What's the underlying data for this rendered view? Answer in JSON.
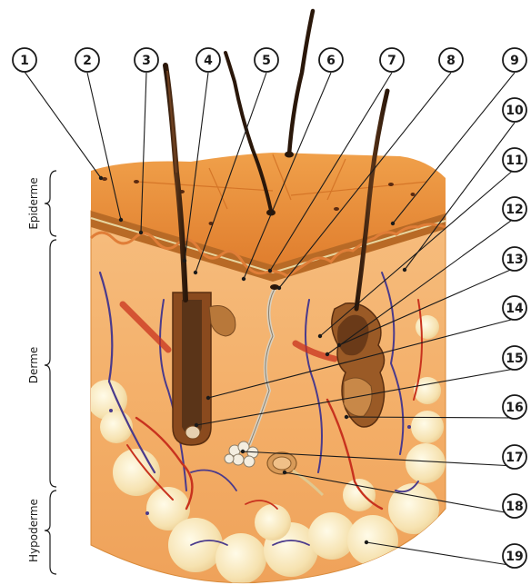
{
  "layers": {
    "epidermis": "Epiderme",
    "dermis": "Derme",
    "hypodermis": "Hypoderme"
  },
  "callouts": [
    "1",
    "2",
    "3",
    "4",
    "5",
    "6",
    "7",
    "8",
    "9",
    "10",
    "11",
    "12",
    "13",
    "14",
    "15",
    "16",
    "17",
    "18",
    "19"
  ],
  "colors": {
    "skin_surface": "#e8923c",
    "skin_dark": "#c86a22",
    "dermis": "#f3b06a",
    "hypodermis_fat": "#f7e6b8",
    "artery": "#c8321e",
    "vein": "#4a3a8c",
    "hair": "#3a2210",
    "gland": "#8a4a1e"
  }
}
